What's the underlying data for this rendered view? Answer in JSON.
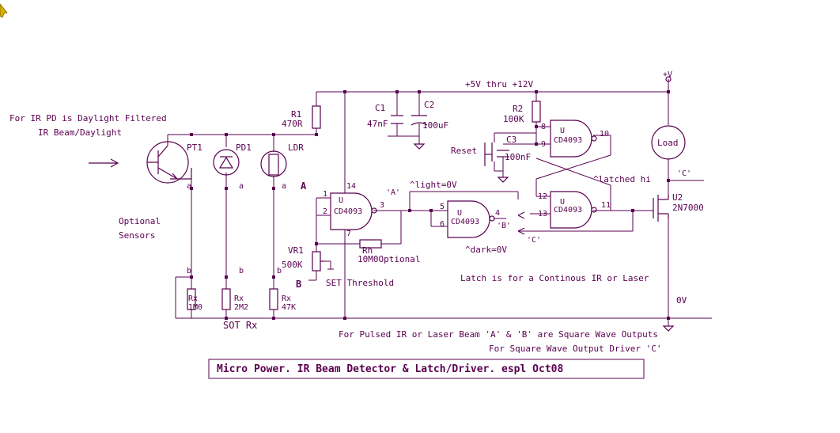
{
  "colors": {
    "ink": "#5a0050",
    "background": "#ffffff"
  },
  "cursor": "arrow-cursor-icon",
  "notes": {
    "ir_pd_line1": "For IR PD is Daylight Filtered",
    "ir_pd_line2": "IR Beam/Daylight",
    "optional1": "Optional",
    "optional2": "Sensors",
    "sot": "SOT Rx",
    "latch_note": "Latch is for a Continous IR or Laser",
    "pulsed_note": "For Pulsed IR or Laser Beam 'A' & 'B' are Square Wave Outputs",
    "square_note": "For Square Wave Output Driver  'C'",
    "set_threshold": "SET  Threshold"
  },
  "title_block": "Micro Power. IR Beam Detector & Latch/Driver. espl Oct08",
  "rails": {
    "supply": "+5V thru +12V",
    "vplus": "+V",
    "ground": "0V"
  },
  "sensors": [
    {
      "name": "PT1",
      "a": "a",
      "b": "b",
      "rx": "Rx",
      "rx_value": "1M0"
    },
    {
      "name": "PD1",
      "a": "a",
      "b": "b",
      "rx": "Rx",
      "rx_value": "2M2"
    },
    {
      "name": "LDR",
      "a": "a",
      "b": "b",
      "rx": "Rx",
      "rx_value": "47K"
    }
  ],
  "components": {
    "r1": {
      "name": "R1",
      "value": "470R"
    },
    "c1": {
      "name": "C1",
      "value": "47nF"
    },
    "c2": {
      "name": "C2",
      "value": "100uF"
    },
    "r2": {
      "name": "R2",
      "value": "100K"
    },
    "c3": {
      "name": "C3",
      "value": "100nF"
    },
    "reset": "Reset",
    "vr1": {
      "name": "VR1",
      "value": "500K"
    },
    "rh": {
      "name": "Rh",
      "value": "10M0Optional"
    },
    "load": "Load",
    "u2": {
      "name": "U2",
      "value": "2N7000"
    }
  },
  "gates": [
    {
      "u": "U",
      "type": "CD4093",
      "pins": [
        "1",
        "2",
        "3",
        "14",
        "7"
      ]
    },
    {
      "u": "U",
      "type": "CD4093",
      "pins": [
        "5",
        "6",
        "4"
      ]
    },
    {
      "u": "U",
      "type": "CD4093",
      "pins": [
        "8",
        "9",
        "10"
      ]
    },
    {
      "u": "U",
      "type": "CD4093",
      "pins": [
        "12",
        "13",
        "11"
      ]
    }
  ],
  "labels": {
    "node_a_big": "A",
    "node_b_big": "B",
    "tag_a": "'A'",
    "tag_b": "'B'",
    "tag_c": "'C'",
    "light": "^light=0V",
    "dark": "^dark=0V",
    "latched": "^latched hi"
  }
}
